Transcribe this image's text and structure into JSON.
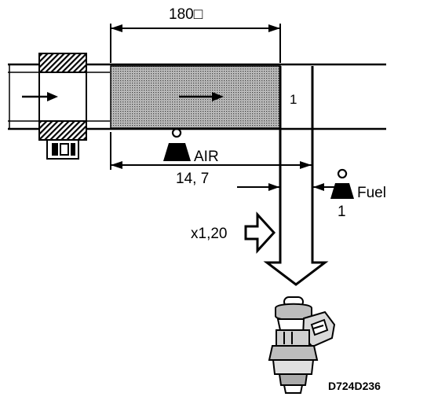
{
  "labels": {
    "top_dimension": "180□",
    "air_label": "AIR",
    "air_ratio": "14, 7",
    "fuel_label": "Fuel",
    "fuel_ratio": "1",
    "chamber_number": "1",
    "multiplier": "x1,20",
    "figure_code": "D724D236"
  },
  "icons": {
    "weight": "weight-icon",
    "flow_arrow": "flow-arrow-icon",
    "injector": "fuel-injector-icon",
    "outline_arrow": "outline-arrow-icon"
  },
  "colors": {
    "ink": "#000000",
    "background": "#ffffff",
    "shading": "#9a9a9a"
  }
}
